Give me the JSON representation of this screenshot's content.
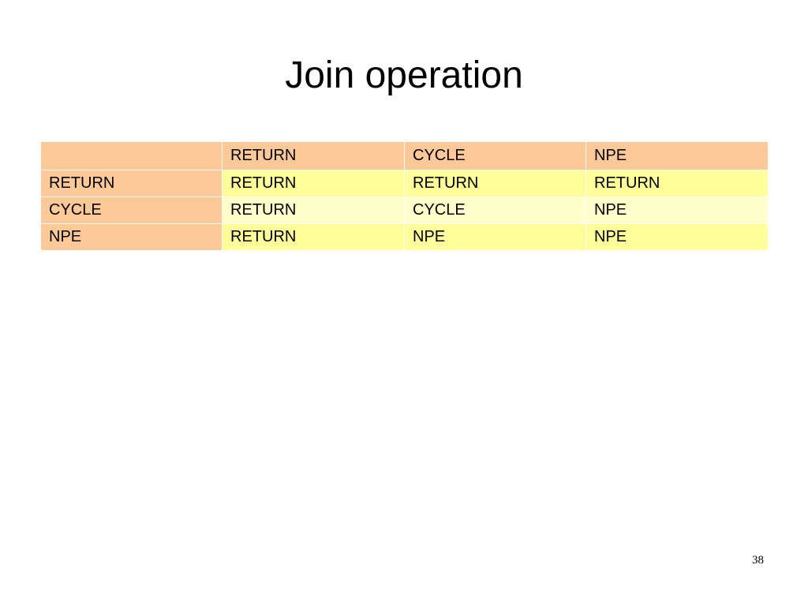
{
  "slide": {
    "title": "Join operation",
    "page_number": "38"
  },
  "table": {
    "header": [
      "",
      "RETURN",
      "CYCLE",
      "NPE"
    ],
    "rows": [
      [
        "RETURN",
        "RETURN",
        "RETURN",
        "RETURN"
      ],
      [
        "CYCLE",
        "RETURN",
        "CYCLE",
        "NPE"
      ],
      [
        "NPE",
        "RETURN",
        "NPE",
        "NPE"
      ]
    ]
  },
  "colors": {
    "header_fill": "#fdc999",
    "row_odd_fill": "#feff9a",
    "row_even_fill": "#ffffcc"
  }
}
